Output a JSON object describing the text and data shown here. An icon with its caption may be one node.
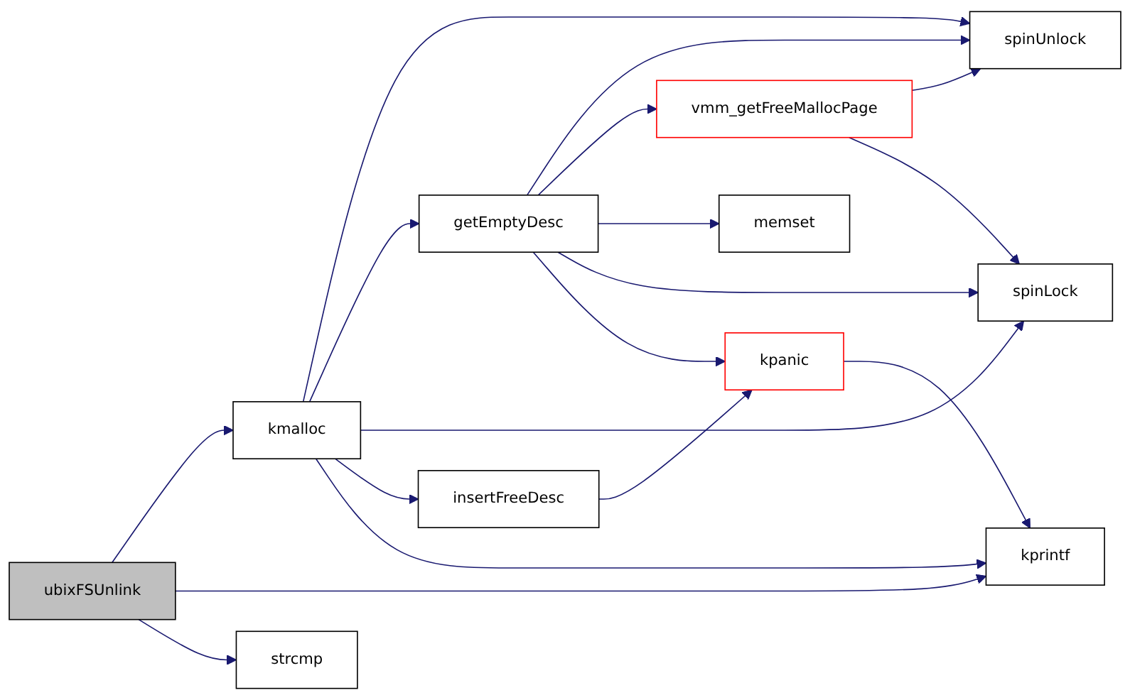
{
  "diagram": {
    "nodes": [
      {
        "text": [
          "ubixFSUnlink"
        ]
      },
      {
        "text": [
          "kmalloc"
        ]
      },
      {
        "text": [
          "strcmp"
        ]
      },
      {
        "text": [
          "getEmptyDesc"
        ]
      },
      {
        "text": [
          "insertFreeDesc"
        ]
      },
      {
        "text": [
          "vmm_getFreeMallocPage"
        ]
      },
      {
        "text": [
          "memset"
        ]
      },
      {
        "text": [
          "kpanic"
        ]
      },
      {
        "text": [
          "spinUnlock"
        ]
      },
      {
        "text": [
          "spinLock"
        ]
      },
      {
        "text": [
          "kprintf"
        ]
      }
    ],
    "edges": [
      {
        "from": 0,
        "to": 1,
        "arrow": "to"
      },
      {
        "from": 0,
        "to": 10,
        "arrow": "to"
      },
      {
        "from": 0,
        "to": 2,
        "arrow": "to"
      },
      {
        "from": 1,
        "to": 8,
        "arrow": "to"
      },
      {
        "from": 1,
        "to": 3,
        "arrow": "to"
      },
      {
        "from": 1,
        "to": 9,
        "arrow": "to"
      },
      {
        "from": 1,
        "to": 4,
        "arrow": "to"
      },
      {
        "from": 1,
        "to": 10,
        "arrow": "to"
      },
      {
        "from": 3,
        "to": 8,
        "arrow": "to"
      },
      {
        "from": 3,
        "to": 5,
        "arrow": "to"
      },
      {
        "from": 3,
        "to": 6,
        "arrow": "to"
      },
      {
        "from": 3,
        "to": 9,
        "arrow": "to"
      },
      {
        "from": 3,
        "to": 7,
        "arrow": "to"
      },
      {
        "from": 4,
        "to": 7,
        "arrow": "to"
      },
      {
        "from": 5,
        "to": 8,
        "arrow": "to"
      },
      {
        "from": 5,
        "to": 9,
        "arrow": "to"
      },
      {
        "from": 7,
        "to": 10,
        "arrow": "to"
      }
    ]
  }
}
